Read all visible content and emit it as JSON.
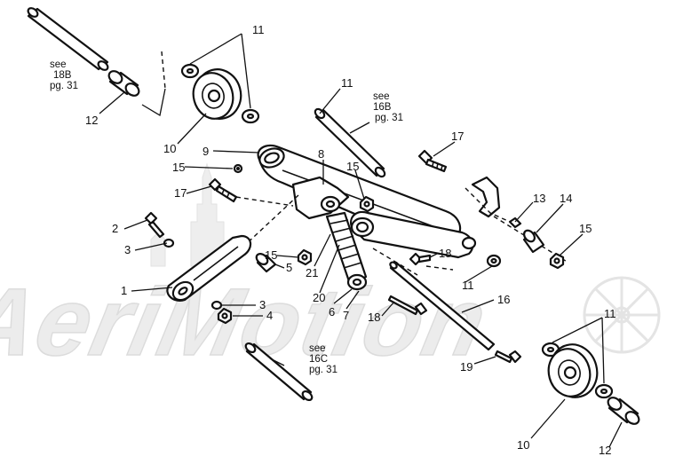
{
  "watermark": {
    "text": "AeriMotion"
  },
  "callouts": {
    "c1": "1",
    "c2": "2",
    "c3a": "3",
    "c3b": "3",
    "c4": "4",
    "c5": "5",
    "c6": "6",
    "c7": "7",
    "c8": "8",
    "c9": "9",
    "c10a": "10",
    "c10b": "10",
    "c11a": "11",
    "c11b": "11",
    "c11c": "11",
    "c11d": "11",
    "c12a": "12",
    "c12b": "12",
    "c13": "13",
    "c14": "14",
    "c15a": "15",
    "c15b": "15",
    "c15c": "15",
    "c15d": "15",
    "c16": "16",
    "c17a": "17",
    "c17b": "17",
    "c18a": "18",
    "c18b": "18",
    "c19": "19",
    "c20": "20",
    "c21": "21"
  },
  "refs": {
    "ref18b": {
      "see": "see",
      "id": "18B",
      "page": "pg. 31"
    },
    "ref16b": {
      "see": "see",
      "id": "16B",
      "page": "pg. 31"
    },
    "ref16c": {
      "see": "see",
      "id": "16C",
      "page": "pg. 31"
    }
  }
}
